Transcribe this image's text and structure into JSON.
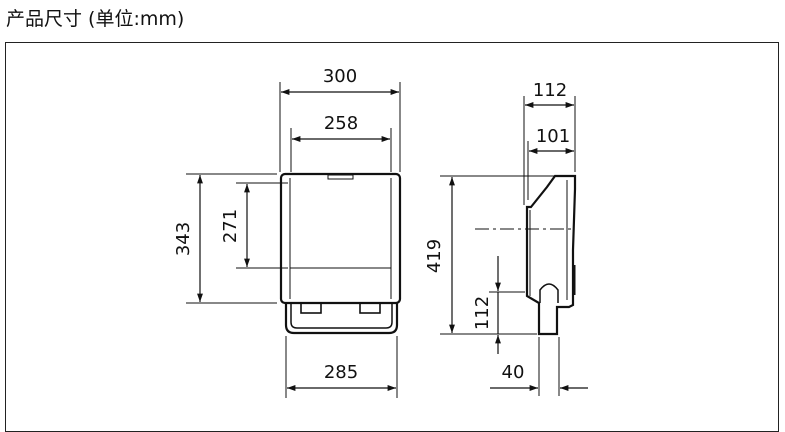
{
  "title": "产品尺寸 (单位:mm)",
  "front_view": {
    "width_overall": "300",
    "width_inner": "258",
    "height_overall": "343",
    "height_inner": "271",
    "bracket_width": "285"
  },
  "side_view": {
    "depth_overall": "112",
    "depth_body": "101",
    "height_overall": "419",
    "bracket_height": "112",
    "bracket_depth": "40"
  }
}
